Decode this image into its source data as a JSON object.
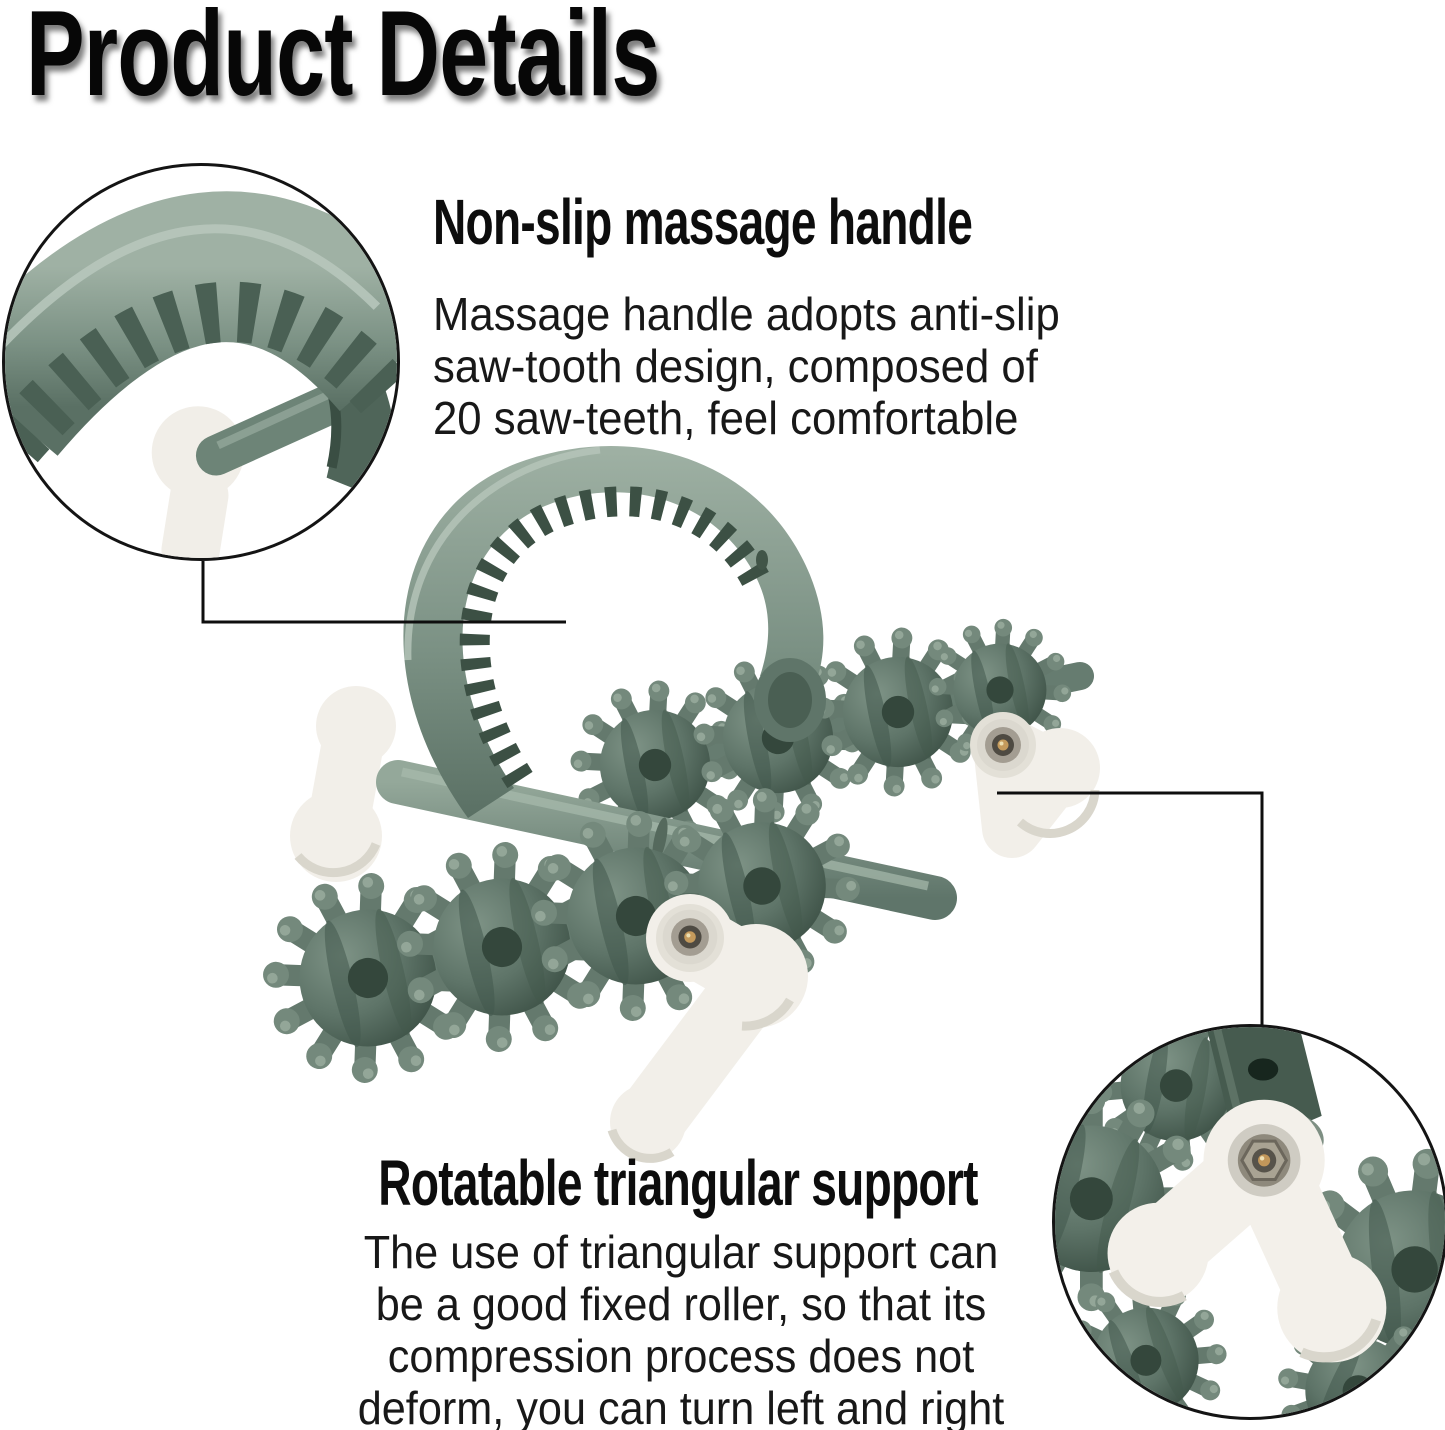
{
  "page": {
    "title": "Product Details",
    "background": "#ffffff"
  },
  "sections": [
    {
      "id": "handle",
      "heading": "Non-slip massage handle",
      "body": "Massage handle adopts anti-slip\nsaw-tooth design, composed of\n20 saw-teeth, feel comfortable"
    },
    {
      "id": "support",
      "heading": "Rotatable triangular support",
      "body": "The use of triangular support can\nbe a good fixed roller, so that its\ncompression process does not\ndeform, you can turn left and right"
    }
  ],
  "product": {
    "name": "Handheld spiky massage roller with saw-tooth handle",
    "features": [
      "20 saw-teeth anti-slip handle",
      "Rotatable triangular support",
      "Two rows of spiked massage wheels"
    ],
    "colors": {
      "handle_light_green": "#9aaca0",
      "handle_mid_green": "#7b9184",
      "handle_dark_green": "#3f5449",
      "roller_green": "#5e7468",
      "bone_white": "#f2efe9",
      "screw_gold": "#c49a5c",
      "callout_line": "#0e0e0e",
      "text_black": "#0a0a0a"
    }
  },
  "insets": [
    {
      "id": "handle-closeup",
      "description": "Close-up of saw-tooth handle"
    },
    {
      "id": "support-closeup",
      "description": "Close-up of triangular support with screw"
    }
  ]
}
